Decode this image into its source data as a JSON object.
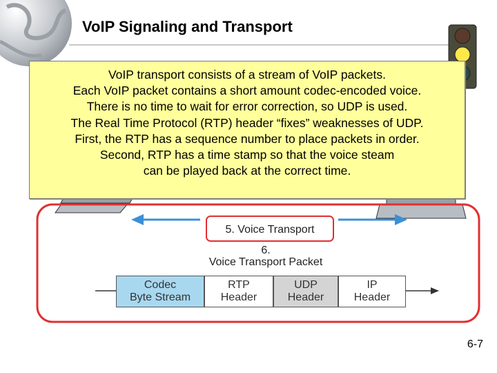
{
  "slide": {
    "title": "VoIP Signaling and Transport",
    "page_number": "6-7"
  },
  "callout": {
    "lines": [
      "VoIP transport consists of a stream of VoIP packets.",
      "Each VoIP packet contains a short amount codec-encoded voice.",
      "There is no time to wait for error correction, so UDP is used.",
      "The Real Time Protocol (RTP) header “fixes” weaknesses of UDP.",
      "First, the RTP has a sequence number to place packets in order.",
      "Second, RTP has a time stamp so that the voice steam",
      "can be played back at the correct time."
    ]
  },
  "diagram": {
    "transport_label": "5. Voice Transport",
    "step_number": "6.",
    "packet_caption": "Voice Transport Packet",
    "packet_fields": [
      {
        "line1": "Codec",
        "line2": "Byte Stream",
        "fill": "#a8d8f0"
      },
      {
        "line1": "RTP",
        "line2": "Header",
        "fill": "#ffffff"
      },
      {
        "line1": "UDP",
        "line2": "Header",
        "fill": "#d4d4d4"
      },
      {
        "line1": "IP",
        "line2": "Header",
        "fill": "#ffffff"
      }
    ]
  },
  "colors": {
    "callout_fill": "#ffff9c",
    "frame_red": "#e03030",
    "arrow_blue": "#3a90d8"
  },
  "icons": [
    "globe-icon",
    "traffic-light-icon",
    "computer-icon"
  ]
}
